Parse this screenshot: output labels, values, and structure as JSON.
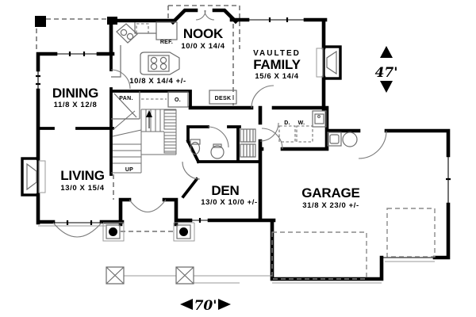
{
  "plan": {
    "rooms": {
      "nook": {
        "name": "NOOK",
        "dims": "10/0 X 14/4"
      },
      "family": {
        "vaulted": "VAULTED",
        "name": "FAMILY",
        "dims": "15/6 X 14/4"
      },
      "dining": {
        "name": "DINING",
        "dims": "11/8 X 12/8"
      },
      "kitchen": {
        "dims": "10/8 X 14/4 +/-"
      },
      "living": {
        "name": "LIVING",
        "dims": "13/0 X 15/4"
      },
      "den": {
        "name": "DEN",
        "dims": "13/0 X 10/0 +/-"
      },
      "garage": {
        "name": "GARAGE",
        "dims": "31/8 X 23/0 +/-"
      }
    },
    "labels": {
      "refrigerator": "REF.",
      "pantry": "PAN.",
      "oven": "O.",
      "desk": "DESK",
      "dryer": "D.",
      "washer": "W.",
      "stairs_up": "UP"
    },
    "overall": {
      "depth": "47'",
      "width": "70'"
    },
    "colors": {
      "ink": "#000000",
      "fixture": "#6e6e6e",
      "background": "#ffffff"
    }
  }
}
